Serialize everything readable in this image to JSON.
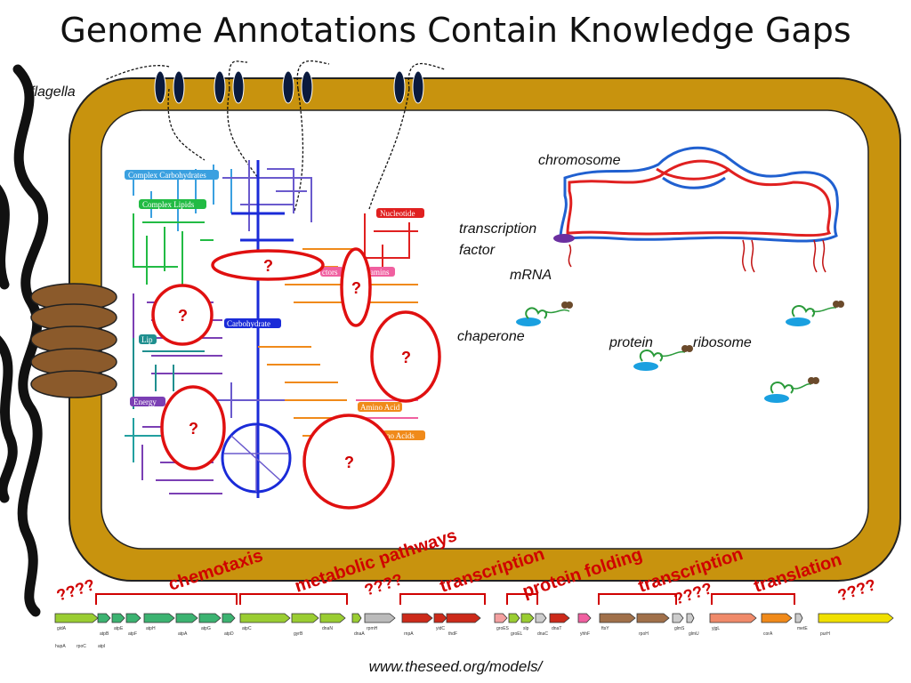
{
  "title": "Genome Annotations Contain Knowledge Gaps",
  "url": "www.theseed.org/models/",
  "cell_labels": {
    "flagella": "flagella",
    "chromosome": "chromosome",
    "transcription_factor_1": "transcription",
    "transcription_factor_2": "factor",
    "mrna": "mRNA",
    "chaperone": "chaperone",
    "protein": "protein",
    "ribosome": "ribosome"
  },
  "pathway_boxes": {
    "complex_carbohydrates": "Complex Carbohydrates",
    "complex_lipids": "Complex Lipids",
    "nucleotide": "Nucleotide",
    "carbohydrate": "Carbohydrate",
    "lipids": "Lip",
    "energy": "Energy",
    "amino_acid_1": "Amino Acid",
    "amino_acids_2": "no Acids",
    "cofactors": "ctors",
    "vitamins": "amins"
  },
  "gap_marker": "?",
  "functions": {
    "chemotaxis": "chemotaxis",
    "metabolic_pathways": "metabolic pathways",
    "transcription_1": "transcription",
    "protein_folding": "protein folding",
    "transcription_2": "transcription",
    "translation": "translation"
  },
  "unknowns": [
    "????",
    "????",
    "????",
    "????"
  ],
  "genes": [
    "gidA",
    "atpB",
    "atpE",
    "atpF",
    "atpH",
    "atpA",
    "atpG",
    "atpD",
    "atpC",
    "gyrB",
    "dnaN",
    "dnaA",
    "rpmH",
    "rnpA",
    "yidC",
    "thdF",
    "groES",
    "groEL",
    "slp",
    "dnaC",
    "dnaT",
    "yhhF",
    "ftsY",
    "rpoH",
    "glmS",
    "glmU",
    "yjgL",
    "corA",
    "metE",
    "purH",
    "hupA",
    "rpoC",
    "atpI"
  ],
  "colors": {
    "cell_wall": "#c8930e",
    "gap_outline": "#e01010",
    "function_text": "#d00000",
    "flagella": "#111111",
    "pilus_disks": "#8b5a2b"
  }
}
